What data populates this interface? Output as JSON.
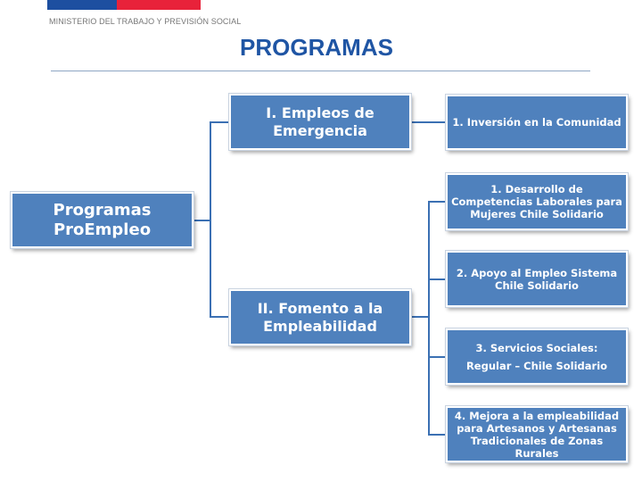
{
  "header": {
    "ministry": "MINISTERIO DEL TRABAJO Y PREVISIÓN SOCIAL",
    "title": "PROGRAMAS"
  },
  "root": {
    "label": "Programas ProEmpleo"
  },
  "branches": [
    {
      "label": "I. Empleos de Emergencia",
      "items": [
        "1. Inversión en la Comunidad"
      ]
    },
    {
      "label": "II. Fomento a la Empleabilidad",
      "items": [
        "1. Desarrollo de Competencias Laborales para Mujeres Chile Solidario",
        "2. Apoyo al Empleo Sistema Chile Solidario",
        "3. Servicios Sociales: Regular – Chile Solidario",
        "4. Mejora a la empleabilidad para Artesanos y Artesanas Tradicionales de Zonas Rurales"
      ]
    }
  ],
  "colors": {
    "box": "#4f81bd",
    "title": "#1f55a4",
    "flag_blue": "#1d4fa0",
    "flag_red": "#e8223a"
  }
}
